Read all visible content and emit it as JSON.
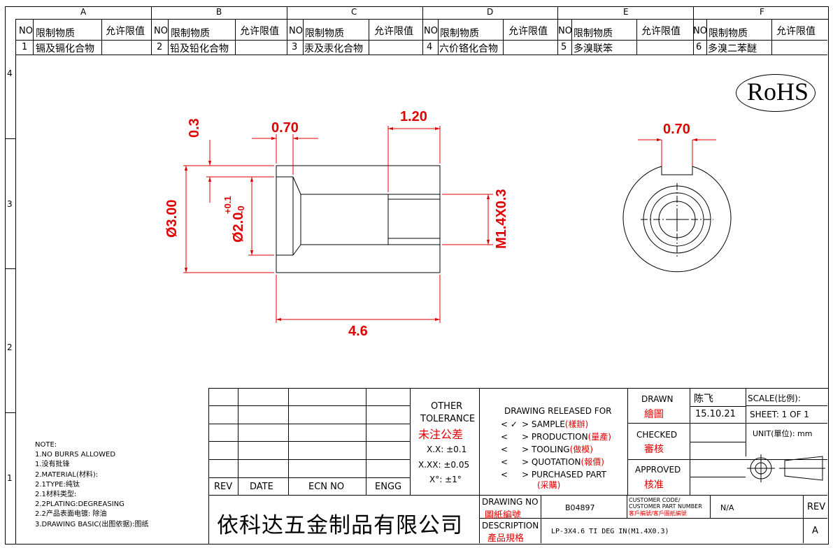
{
  "zones": {
    "cols": [
      "A",
      "B",
      "C",
      "D",
      "E",
      "F"
    ],
    "rows": [
      "4",
      "3",
      "2",
      "1"
    ]
  },
  "restricted": {
    "header_no": "NO",
    "header_substance": "限制物质",
    "header_limit": "允许限值",
    "items": [
      {
        "no": "1",
        "name": "镉及镉化合物",
        "limit": ""
      },
      {
        "no": "2",
        "name": "铅及铅化合物",
        "limit": ""
      },
      {
        "no": "3",
        "name": "汞及汞化合物",
        "limit": ""
      },
      {
        "no": "4",
        "name": "六价铬化合物",
        "limit": ""
      },
      {
        "no": "5",
        "name": "多溴联笨",
        "limit": ""
      },
      {
        "no": "6",
        "name": "多溴二苯醚",
        "limit": ""
      }
    ]
  },
  "rohs": "RoHS",
  "dims": {
    "d_0_3": "0.3",
    "d_0_70_side": "0.70",
    "d_1_20": "1.20",
    "d_3_00": "Ø3.00",
    "d_2_0": "Ø2.0",
    "d_2_0_tol_upper": "+0.1",
    "d_2_0_tol_lower": "-0",
    "d_m14": "M1.4X0.3",
    "d_4_6": "4.6",
    "d_0_70_end": "0.70"
  },
  "notes": {
    "title": "NOTE:",
    "lines": [
      "1.NO BURRS ALLOWED",
      "1.没有批锋",
      "2.MATERIAL(材料):",
      "2.1TYPE:纯钛",
      "2.1材料类型:",
      "2.2PLATING:DEGREASING",
      "2.2产品表面电镀: 除油",
      "3.DRAWING BASIC(出图依据):图纸"
    ]
  },
  "revision_table": {
    "rev": "REV",
    "date": "DATE",
    "ecn": "ECN NO",
    "engg": "ENGG"
  },
  "tolerance": {
    "line1": "OTHER",
    "line2": "TOLERANCE",
    "line3": "未注公差",
    "xx": "X.X: ±0.1",
    "xxx": "X.XX: ±0.05",
    "deg": "X°: ±1°"
  },
  "release": {
    "title": "DRAWING RELEASED FOR",
    "items": [
      {
        "en": "SAMPLE",
        "cn": "(樣辦)",
        "checked": true
      },
      {
        "en": "PRODUCTION",
        "cn": "(量產)",
        "checked": false
      },
      {
        "en": "TOOLING",
        "cn": "(做模)",
        "checked": false
      },
      {
        "en": "QUOTATION",
        "cn": "(報價)",
        "checked": false
      },
      {
        "en": "PURCHASED PART",
        "cn": "(采購)",
        "checked": false
      }
    ]
  },
  "signoff": {
    "drawn_en": "DRAWN",
    "drawn_cn": "繪圖",
    "drawn_by": "陈飞",
    "drawn_date": "15.10.21",
    "checked_en": "CHECKED",
    "checked_cn": "審核",
    "approved_en": "APPROVED",
    "approved_cn": "核准"
  },
  "scale": {
    "scale_label": "SCALE(比例):",
    "sheet": "SHEET:  1 OF 1",
    "unit": "UNIT(單位): mm"
  },
  "company": "依科达五金制品有限公司",
  "drawing_no": {
    "label_en": "DRAWING NO",
    "label_cn": "圖紙編號",
    "value": "B04897"
  },
  "customer": {
    "label1": "CUSTOMER CODE/",
    "label2": "CUSTOMER PART NUMBER",
    "label3": "客戶編號/客戶圖紙編號",
    "value": "N/A"
  },
  "rev_block": {
    "label": "REV",
    "value": "A"
  },
  "description": {
    "label_en": "DESCRIPTION",
    "label_cn": "產品規格",
    "value": "LP-3X4.6 TI DEG IN(M1.4X0.3)"
  },
  "colors": {
    "dimension": "#e00000",
    "line": "#000000"
  }
}
